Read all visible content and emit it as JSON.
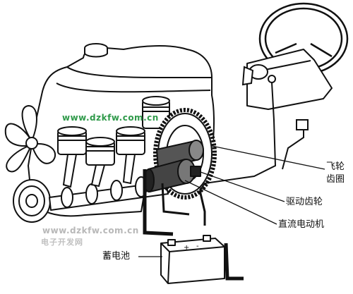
{
  "labels": {
    "flywheel_line1": "飞轮",
    "flywheel_line2": "齿圈",
    "drive_gear": "驱动齿轮",
    "dc_motor": "直流电动机",
    "battery": "蓄电池"
  },
  "watermarks": {
    "top_url": "www.dzkfw.com.cn",
    "bottom_url": "www.dzkfw.com.cn",
    "bottom_site": "电子开发网"
  },
  "colors": {
    "line": "#111111",
    "watermark_top": "#2f9a4a",
    "watermark_bottom": "#b8b8b8",
    "watermark_site": "#c0c0c0"
  }
}
